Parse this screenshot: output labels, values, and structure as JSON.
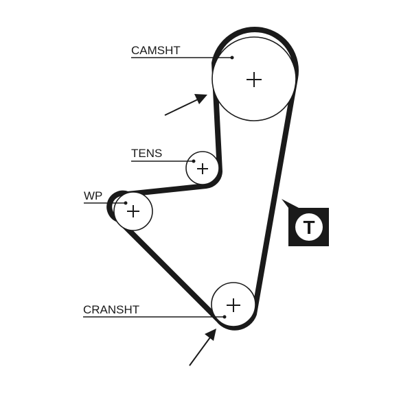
{
  "labels": {
    "camshaft": "CAMSHT",
    "tensioner": "TENS",
    "water_pump": "WP",
    "crankshaft": "CRANSHT"
  },
  "badge": {
    "letter": "T"
  },
  "colors": {
    "belt": "#1a1a1a",
    "pulley_stroke": "#1a1a1a",
    "pulley_fill": "#ffffff",
    "background": "#ffffff"
  }
}
